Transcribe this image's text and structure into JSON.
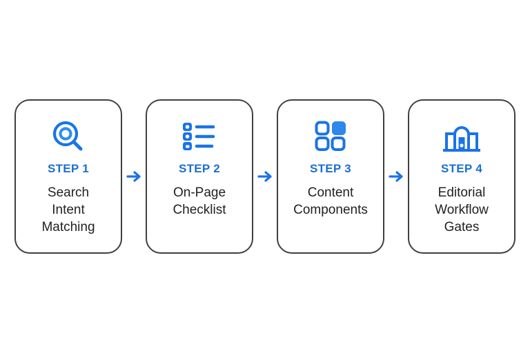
{
  "canvas": {
    "background_color": "#ffffff",
    "accent_color": "#1a73e8",
    "label_color": "#1a6fd4",
    "text_color": "#212121",
    "card_border_color": "#3c4043"
  },
  "flow": {
    "steps": [
      {
        "label": "STEP 1",
        "title": "Search\nIntent\nMatching",
        "icon": "search-target-icon"
      },
      {
        "label": "STEP 2",
        "title": "On-Page\nChecklist",
        "icon": "checklist-icon"
      },
      {
        "label": "STEP 3",
        "title": "Content\nComponents",
        "icon": "grid-components-icon"
      },
      {
        "label": "STEP 4",
        "title": "Editorial\nWorkflow\nGates",
        "icon": "gate-icon"
      }
    ],
    "connectors": [
      {
        "icon": "arrow-right-icon"
      },
      {
        "icon": "arrow-right-icon"
      },
      {
        "icon": "arrow-right-icon"
      }
    ]
  }
}
